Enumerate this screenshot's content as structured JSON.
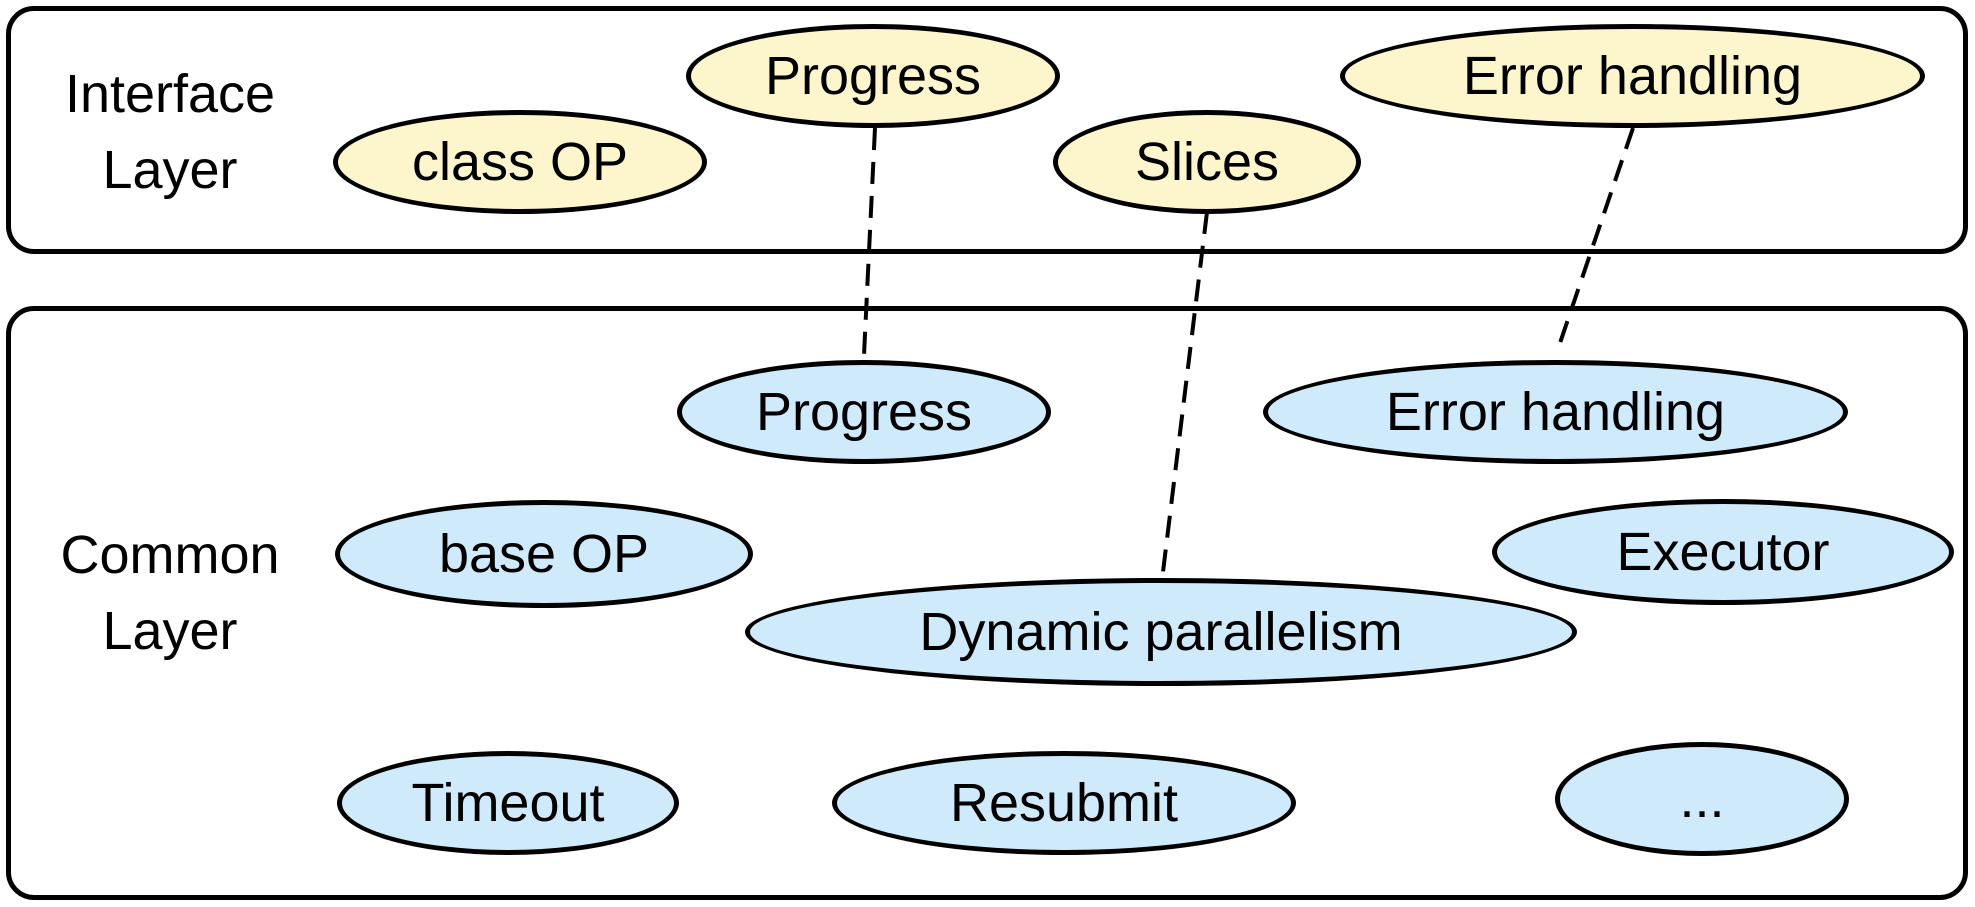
{
  "colors": {
    "interface_fill": "#fdf6cc",
    "common_fill": "#cfeafb",
    "stroke": "#000000"
  },
  "interface_layer": {
    "label_line1": "Interface",
    "label_line2": "Layer",
    "nodes": {
      "class_op": "class OP",
      "progress": "Progress",
      "slices": "Slices",
      "error_handling": "Error handling"
    }
  },
  "common_layer": {
    "label_line1": "Common",
    "label_line2": "Layer",
    "nodes": {
      "progress": "Progress",
      "error_handling": "Error handling",
      "base_op": "base OP",
      "executor": "Executor",
      "dynamic_parallelism": "Dynamic parallelism",
      "timeout": "Timeout",
      "resubmit": "Resubmit",
      "more": "..."
    }
  }
}
